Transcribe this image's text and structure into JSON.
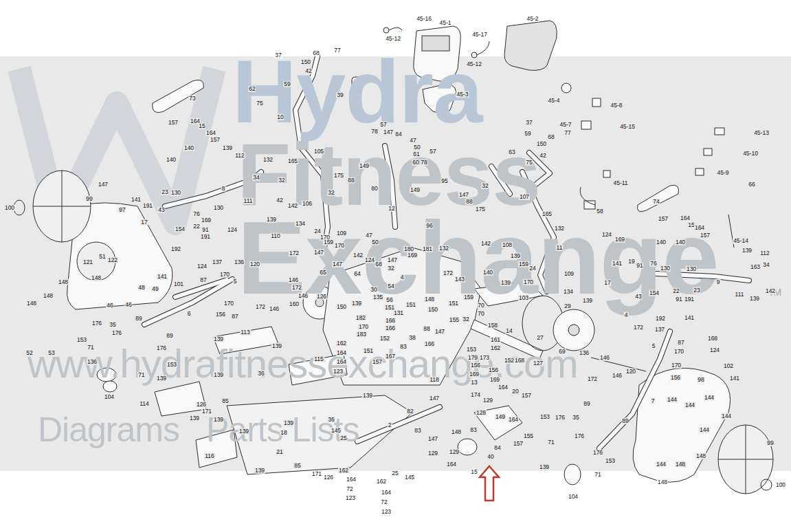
{
  "diagram": {
    "labels": [
      "Hydra",
      "Fitness",
      "Exchange",
      "TM",
      "www.hydrafitnessexchange.com",
      "Diagrams",
      "Parts Lists",
      "45-16",
      "45-1",
      "45-2",
      "45-12",
      "45-17",
      "45-12",
      "45-3",
      "45-4",
      "45-8",
      "45-7",
      "45-15",
      "45-13",
      "45-10",
      "45-9",
      "66",
      "45-11",
      "58",
      "45-14",
      "37",
      "68",
      "77",
      "150",
      "42",
      "59",
      "39",
      "62",
      "75",
      "10",
      "73",
      "157",
      "164",
      "15",
      "164",
      "157",
      "140",
      "140",
      "147",
      "100",
      "99",
      "97",
      "139",
      "112",
      "34",
      "132",
      "165",
      "32",
      "105",
      "175",
      "88",
      "8",
      "111",
      "42",
      "142",
      "106",
      "32",
      "139",
      "134",
      "110",
      "24",
      "170",
      "109",
      "159",
      "170",
      "147",
      "142",
      "65",
      "141",
      "23",
      "130",
      "191",
      "43",
      "17",
      "154",
      "130",
      "76",
      "169",
      "124",
      "22",
      "91",
      "191",
      "192",
      "51",
      "121",
      "122",
      "148",
      "148",
      "148",
      "46",
      "46",
      "48",
      "49",
      "148",
      "52",
      "53",
      "124",
      "141",
      "101",
      "87",
      "137",
      "170",
      "5",
      "170",
      "156",
      "87",
      "89",
      "89",
      "6",
      "136",
      "120",
      "172",
      "146",
      "172",
      "146",
      "172",
      "146",
      "160",
      "176",
      "35",
      "153",
      "71",
      "176",
      "176",
      "153",
      "71",
      "139",
      "136",
      "104",
      "113",
      "139",
      "139",
      "36",
      "139",
      "115",
      "114",
      "139",
      "149",
      "80",
      "12",
      "96",
      "47",
      "50",
      "78",
      "57",
      "147",
      "84",
      "47",
      "50",
      "61",
      "60",
      "57",
      "78",
      "95",
      "149",
      "147",
      "88",
      "32",
      "175",
      "180",
      "181",
      "132",
      "169",
      "124",
      "68",
      "147",
      "32",
      "172",
      "143",
      "4",
      "54",
      "30",
      "135",
      "56",
      "151",
      "151",
      "148",
      "150",
      "151",
      "155",
      "64",
      "147",
      "139",
      "126",
      "150",
      "182",
      "170",
      "183",
      "166",
      "166",
      "131",
      "38",
      "83",
      "88",
      "152",
      "151",
      "157",
      "167",
      "162",
      "164",
      "164",
      "123",
      "147",
      "166",
      "118",
      "158",
      "14",
      "70",
      "159",
      "70",
      "32",
      "103",
      "139",
      "140",
      "139",
      "108",
      "142",
      "107",
      "165",
      "132",
      "11",
      "63",
      "75",
      "37",
      "59",
      "68",
      "77",
      "150",
      "42",
      "74",
      "29",
      "27",
      "69",
      "134",
      "24",
      "159",
      "170",
      "109",
      "139",
      "153",
      "179",
      "156",
      "169",
      "173",
      "13",
      "174",
      "156",
      "169",
      "161",
      "162",
      "127",
      "168",
      "152",
      "129",
      "164",
      "20",
      "157",
      "128",
      "83",
      "149",
      "164",
      "155",
      "157",
      "84",
      "40",
      "148",
      "129",
      "164",
      "15",
      "4",
      "172",
      "136",
      "146",
      "146",
      "172",
      "120",
      "137",
      "5",
      "170",
      "87",
      "168",
      "124",
      "102",
      "141",
      "156",
      "170",
      "7",
      "98",
      "89",
      "89",
      "153",
      "176",
      "35",
      "71",
      "176",
      "153",
      "176",
      "71",
      "139",
      "104",
      "144",
      "144",
      "144",
      "144",
      "144",
      "148",
      "144",
      "148",
      "148",
      "99",
      "100",
      "124",
      "169",
      "141",
      "19",
      "91",
      "76",
      "130",
      "130",
      "17",
      "154",
      "43",
      "22",
      "23",
      "192",
      "91",
      "191",
      "141",
      "9",
      "139",
      "112",
      "163",
      "34",
      "111",
      "142",
      "139",
      "157",
      "164",
      "15",
      "164",
      "157",
      "140",
      "140",
      "126",
      "85",
      "171",
      "139",
      "139",
      "116",
      "18",
      "21",
      "139",
      "85",
      "171",
      "126",
      "139",
      "139",
      "36",
      "145",
      "25",
      "2",
      "82",
      "147",
      "83",
      "147",
      "129",
      "162",
      "164",
      "72",
      "123",
      "162",
      "164",
      "72",
      "123",
      "25",
      "145"
    ]
  }
}
